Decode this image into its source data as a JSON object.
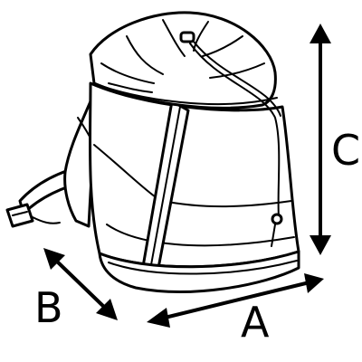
{
  "diagram": {
    "labels": {
      "a": "A",
      "b": "B",
      "c": "C"
    },
    "colors": {
      "stroke": "#000000",
      "fill": "#ffffff"
    }
  }
}
